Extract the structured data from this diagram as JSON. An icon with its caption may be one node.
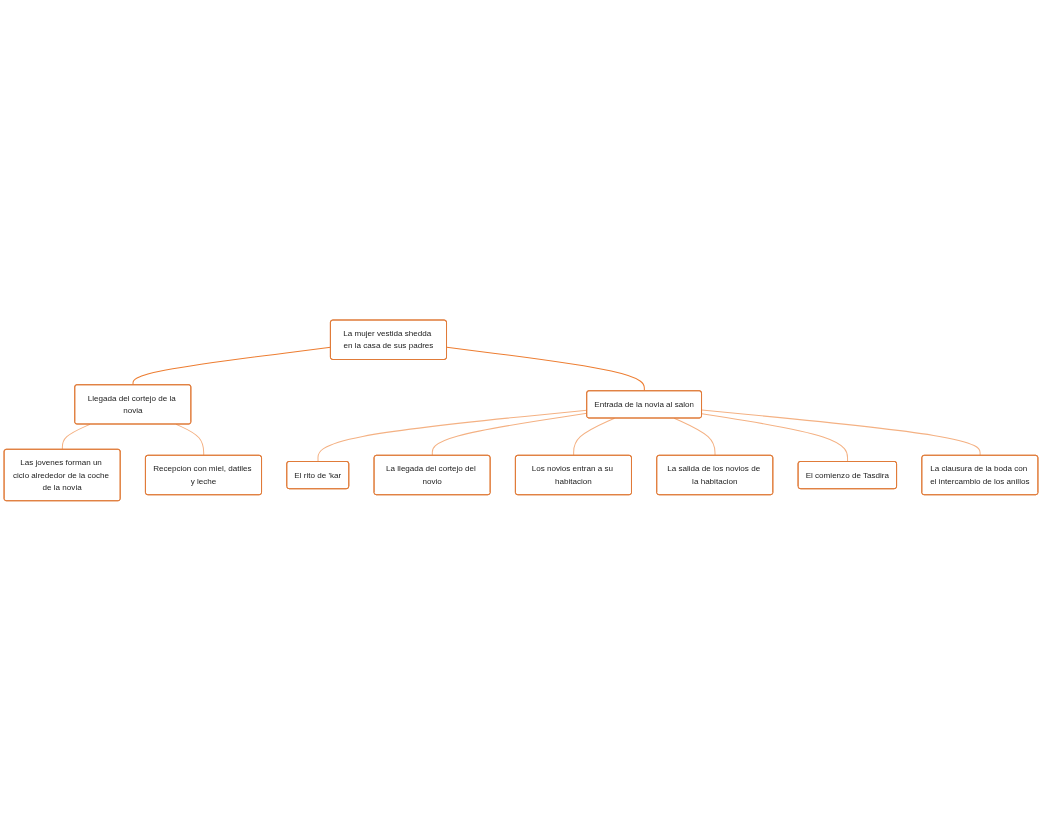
{
  "diagram": {
    "nodes": [
      {
        "text": [
          "La mujer vestida shedda en la casa de sus padres"
        ]
      },
      {
        "text": [
          "Llegada del cortejo de la novia"
        ]
      },
      {
        "text": [
          "Entrada de la novia al salon"
        ]
      },
      {
        "text": [
          "Las jovenes forman un ciclo alrededor de la coche de la novia"
        ]
      },
      {
        "text": [
          "Recepcion con miel, datiles y leche"
        ]
      },
      {
        "text": [
          "El rito de 'kar"
        ]
      },
      {
        "text": [
          "La llegada del cortejo del novio"
        ]
      },
      {
        "text": [
          "Los novios entran a su habitacion"
        ]
      },
      {
        "text": [
          "La salida de los novios de la habitacion"
        ]
      },
      {
        "text": [
          "El comienzo de Tasdira"
        ]
      },
      {
        "text": [
          "La clausura de la boda con el intercambio de los anillos"
        ]
      }
    ],
    "edges": [
      {
        "from": 0,
        "to": 1,
        "arrow": "none",
        "color": "#ed7d31"
      },
      {
        "from": 0,
        "to": 2,
        "arrow": "none",
        "color": "#ed7d31"
      },
      {
        "from": 1,
        "to": 3,
        "arrow": "none"
      },
      {
        "from": 1,
        "to": 4,
        "arrow": "none"
      },
      {
        "from": 2,
        "to": 5,
        "arrow": "none"
      },
      {
        "from": 2,
        "to": 6,
        "arrow": "none"
      },
      {
        "from": 2,
        "to": 7,
        "arrow": "none"
      },
      {
        "from": 2,
        "to": 8,
        "arrow": "none"
      },
      {
        "from": 2,
        "to": 9,
        "arrow": "none"
      },
      {
        "from": 2,
        "to": 10,
        "arrow": "none"
      }
    ]
  }
}
